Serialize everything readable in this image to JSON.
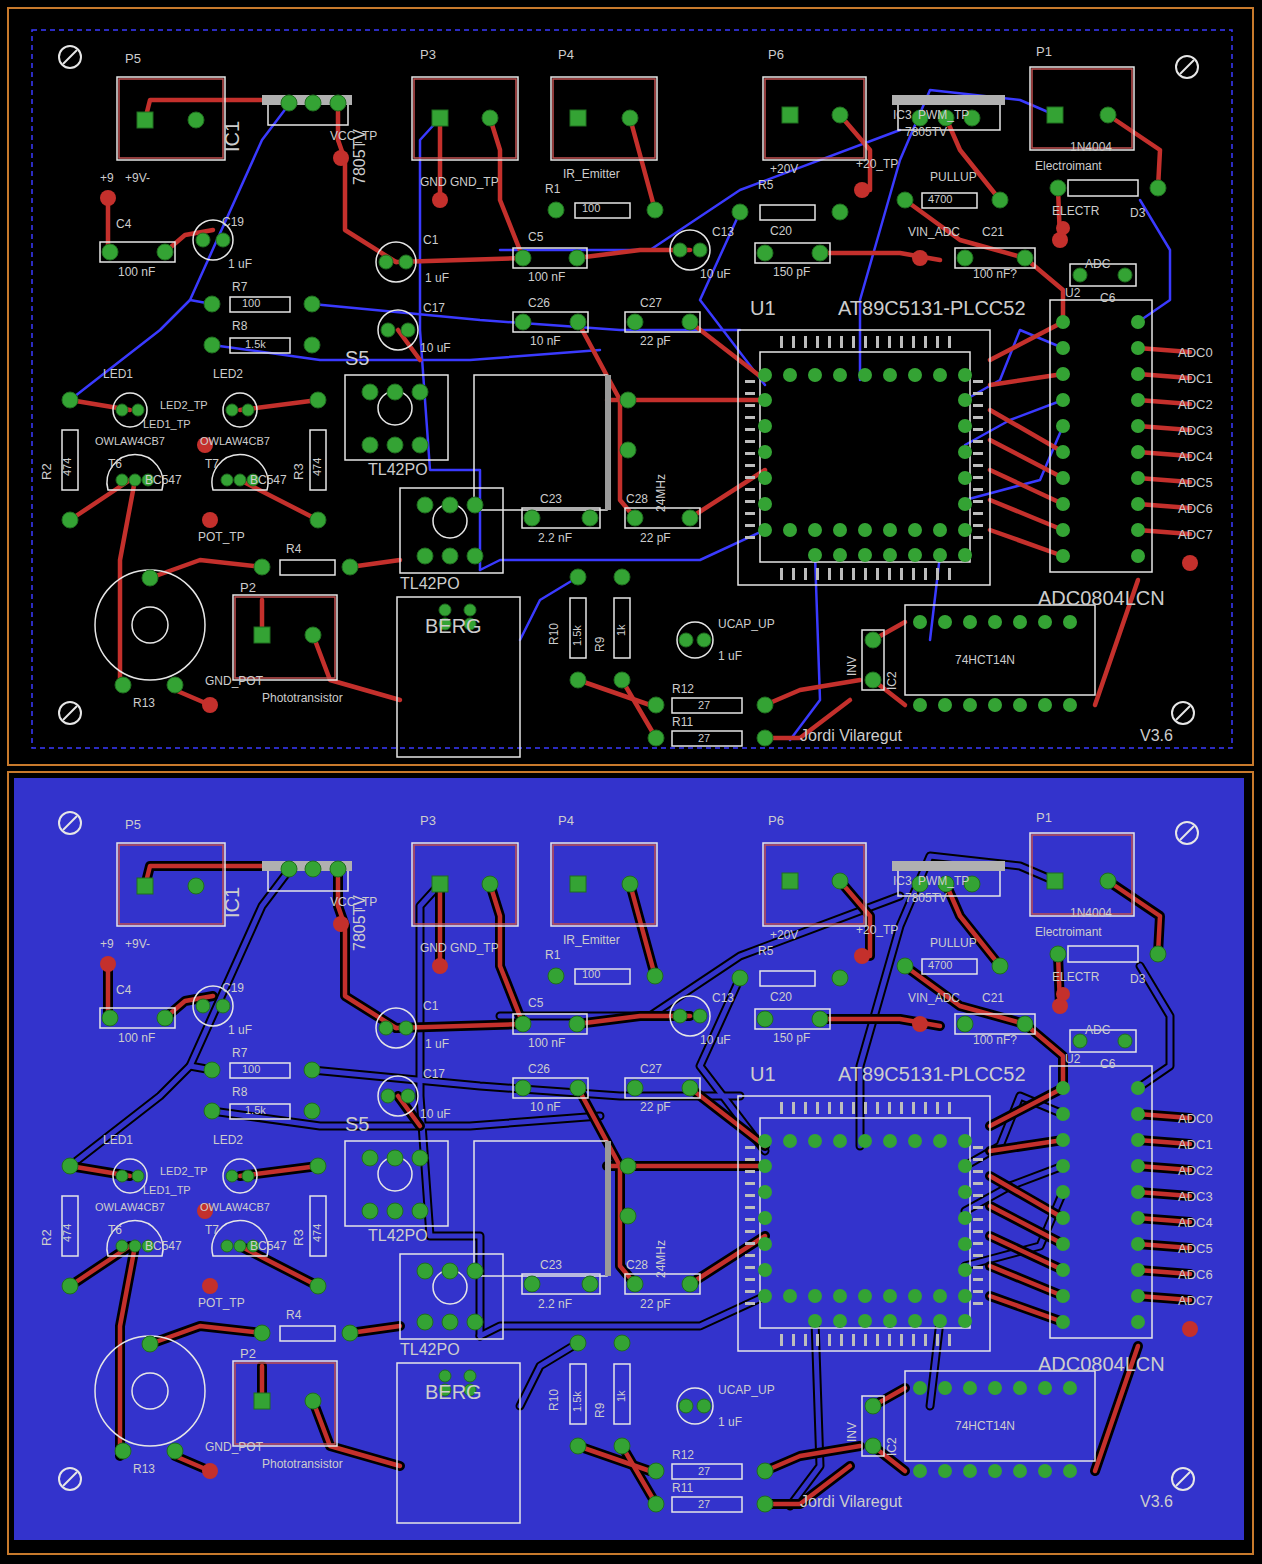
{
  "diagram": {
    "labels": [
      "P5",
      "+9",
      "+9V-",
      "IC1",
      "7805TV",
      "VCC_TP",
      "P3",
      "GND",
      "GND_TP",
      "P4",
      "IR_Emitter",
      "R1",
      "100",
      "P6",
      "+20V",
      "+20_TP",
      "IC3",
      "PWM_TP",
      "7805TV",
      "P1",
      "1N4004",
      "Electroimant",
      "ELECTR",
      "D3",
      "R5",
      "PULLUP",
      "4700",
      "VIN_ADC",
      "C21",
      "100 nF?",
      "ADC",
      "U2",
      "C6",
      "C4",
      "100 nF",
      "C19",
      "1 uF",
      "C1",
      "1 uF",
      "C5",
      "100 nF",
      "C13",
      "10 uF",
      "C20",
      "150 pF",
      "R7",
      "100",
      "R8",
      "1.5k",
      "C17",
      "10 uF",
      "C26",
      "10 nF",
      "C27",
      "22 pF",
      "U1",
      "AT89C5131-PLCC52",
      "S5",
      "TL42PO",
      "LED1",
      "LED2",
      "LED1_TP",
      "LED2_TP",
      "OWLAW4CB7",
      "OWLAW4CB7",
      "T6",
      "BC547",
      "T7",
      "BC547",
      "R2",
      "474",
      "R3",
      "474",
      "C23",
      "2.2 nF",
      "C28",
      "24MHz",
      "22 pF",
      "TL42PO",
      "POT_TP",
      "R4",
      "P2",
      "GND_POT",
      "Phototransistor",
      "R13",
      "BERG",
      "R10",
      "1.5k",
      "R9",
      "1k",
      "UCAP_UP",
      "1 uF",
      "R12",
      "27",
      "R11",
      "27",
      "INV",
      "IC2",
      "74HCT14N",
      "ADC0804LCN",
      "ADC0",
      "ADC1",
      "ADC2",
      "ADC3",
      "ADC4",
      "ADC5",
      "ADC6",
      "ADC7",
      "Jordi Vilaregut",
      "V3.6",
      "P5",
      "+9",
      "+9V-",
      "IC1",
      "7805TV",
      "VCC_TP",
      "P3",
      "GND",
      "GND_TP",
      "P4",
      "IR_Emitter",
      "R1",
      "100",
      "P6",
      "+20V",
      "+20_TP",
      "IC3",
      "PWM_TP",
      "7805TV",
      "P1",
      "1N4004",
      "Electroimant",
      "ELECTR",
      "D3",
      "R5",
      "PULLUP",
      "4700",
      "VIN_ADC",
      "C21",
      "100 nF?",
      "ADC",
      "U2",
      "C6",
      "C4",
      "100 nF",
      "C19",
      "1 uF",
      "C1",
      "1 uF",
      "C5",
      "100 nF",
      "C13",
      "10 uF",
      "C20",
      "150 pF",
      "R7",
      "100",
      "R8",
      "1.5k",
      "C17",
      "10 uF",
      "C26",
      "10 nF",
      "C27",
      "22 pF",
      "U1",
      "AT89C5131-PLCC52",
      "S5",
      "TL42PO",
      "LED1",
      "LED2",
      "LED1_TP",
      "LED2_TP",
      "OWLAW4CB7",
      "OWLAW4CB7",
      "T6",
      "BC547",
      "T7",
      "BC547",
      "R2",
      "474",
      "R3",
      "474",
      "C23",
      "2.2 nF",
      "C28",
      "24MHz",
      "22 pF",
      "TL42PO",
      "POT_TP",
      "R4",
      "P2",
      "GND_POT",
      "Phototransistor",
      "R13",
      "BERG",
      "R10",
      "1.5k",
      "R9",
      "1k",
      "UCAP_UP",
      "1 uF",
      "R12",
      "27",
      "R11",
      "27",
      "INV",
      "IC2",
      "74HCT14N",
      "ADC0804LCN",
      "ADC0",
      "ADC1",
      "ADC2",
      "ADC3",
      "ADC4",
      "ADC5",
      "ADC6",
      "ADC7",
      "Jordi Vilaregut",
      "V3.6"
    ]
  }
}
